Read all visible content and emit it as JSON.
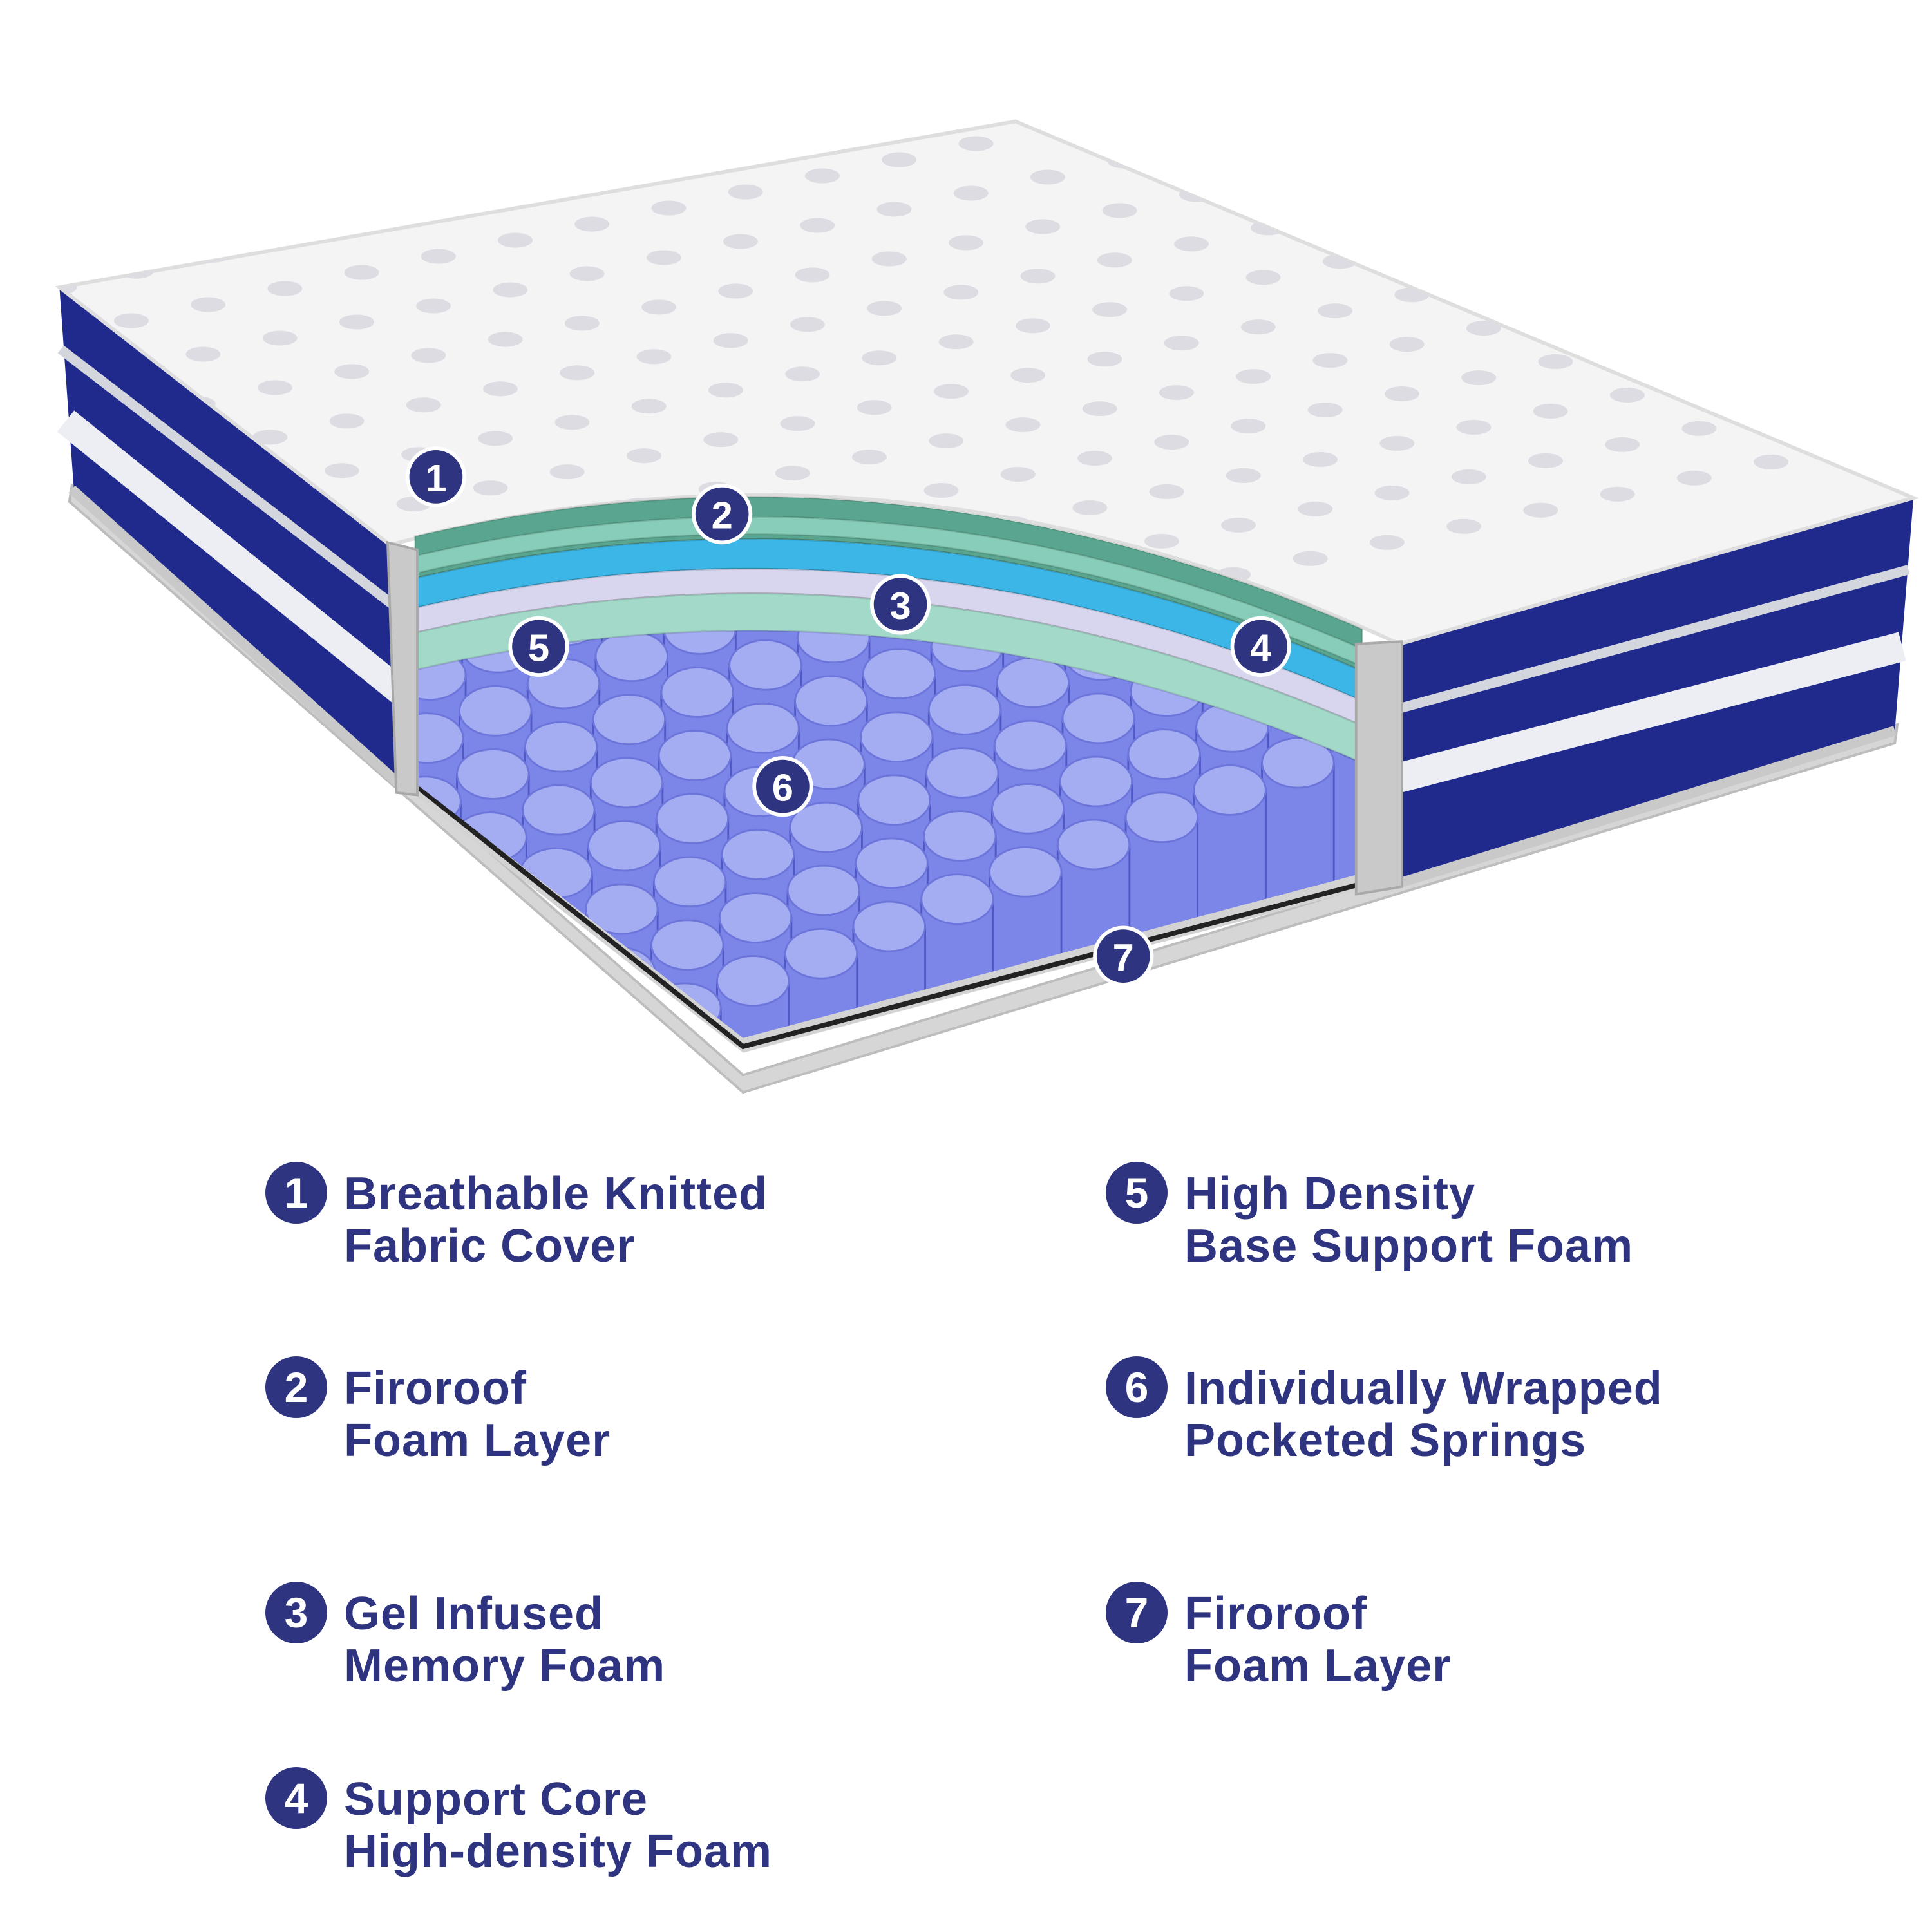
{
  "colors": {
    "accent": "#2e3480",
    "cover_blue": "#1f2a8c",
    "layer_green": "#5aa58f",
    "layer_cyan": "#3bb6e6",
    "layer_lavender": "#d8d5ee",
    "layer_mint": "#a2d9c9",
    "springs": "#7c86e8"
  },
  "callouts": [
    "1",
    "2",
    "3",
    "4",
    "5",
    "6",
    "7"
  ],
  "legend": [
    {
      "num": "1",
      "line1": "Breathable Knitted",
      "line2": "Fabric Cover"
    },
    {
      "num": "2",
      "line1": "Firoroof",
      "line2": "Foam Layer"
    },
    {
      "num": "3",
      "line1": "Gel Infused",
      "line2": "Memory Foam"
    },
    {
      "num": "4",
      "line1": "Support Core",
      "line2": "High-density Foam"
    },
    {
      "num": "5",
      "line1": "High Density",
      "line2": "Base Support Foam"
    },
    {
      "num": "6",
      "line1": "Individually Wrapped",
      "line2": "Pocketed Springs"
    },
    {
      "num": "7",
      "line1": "Firoroof",
      "line2": "Foam Layer"
    }
  ]
}
